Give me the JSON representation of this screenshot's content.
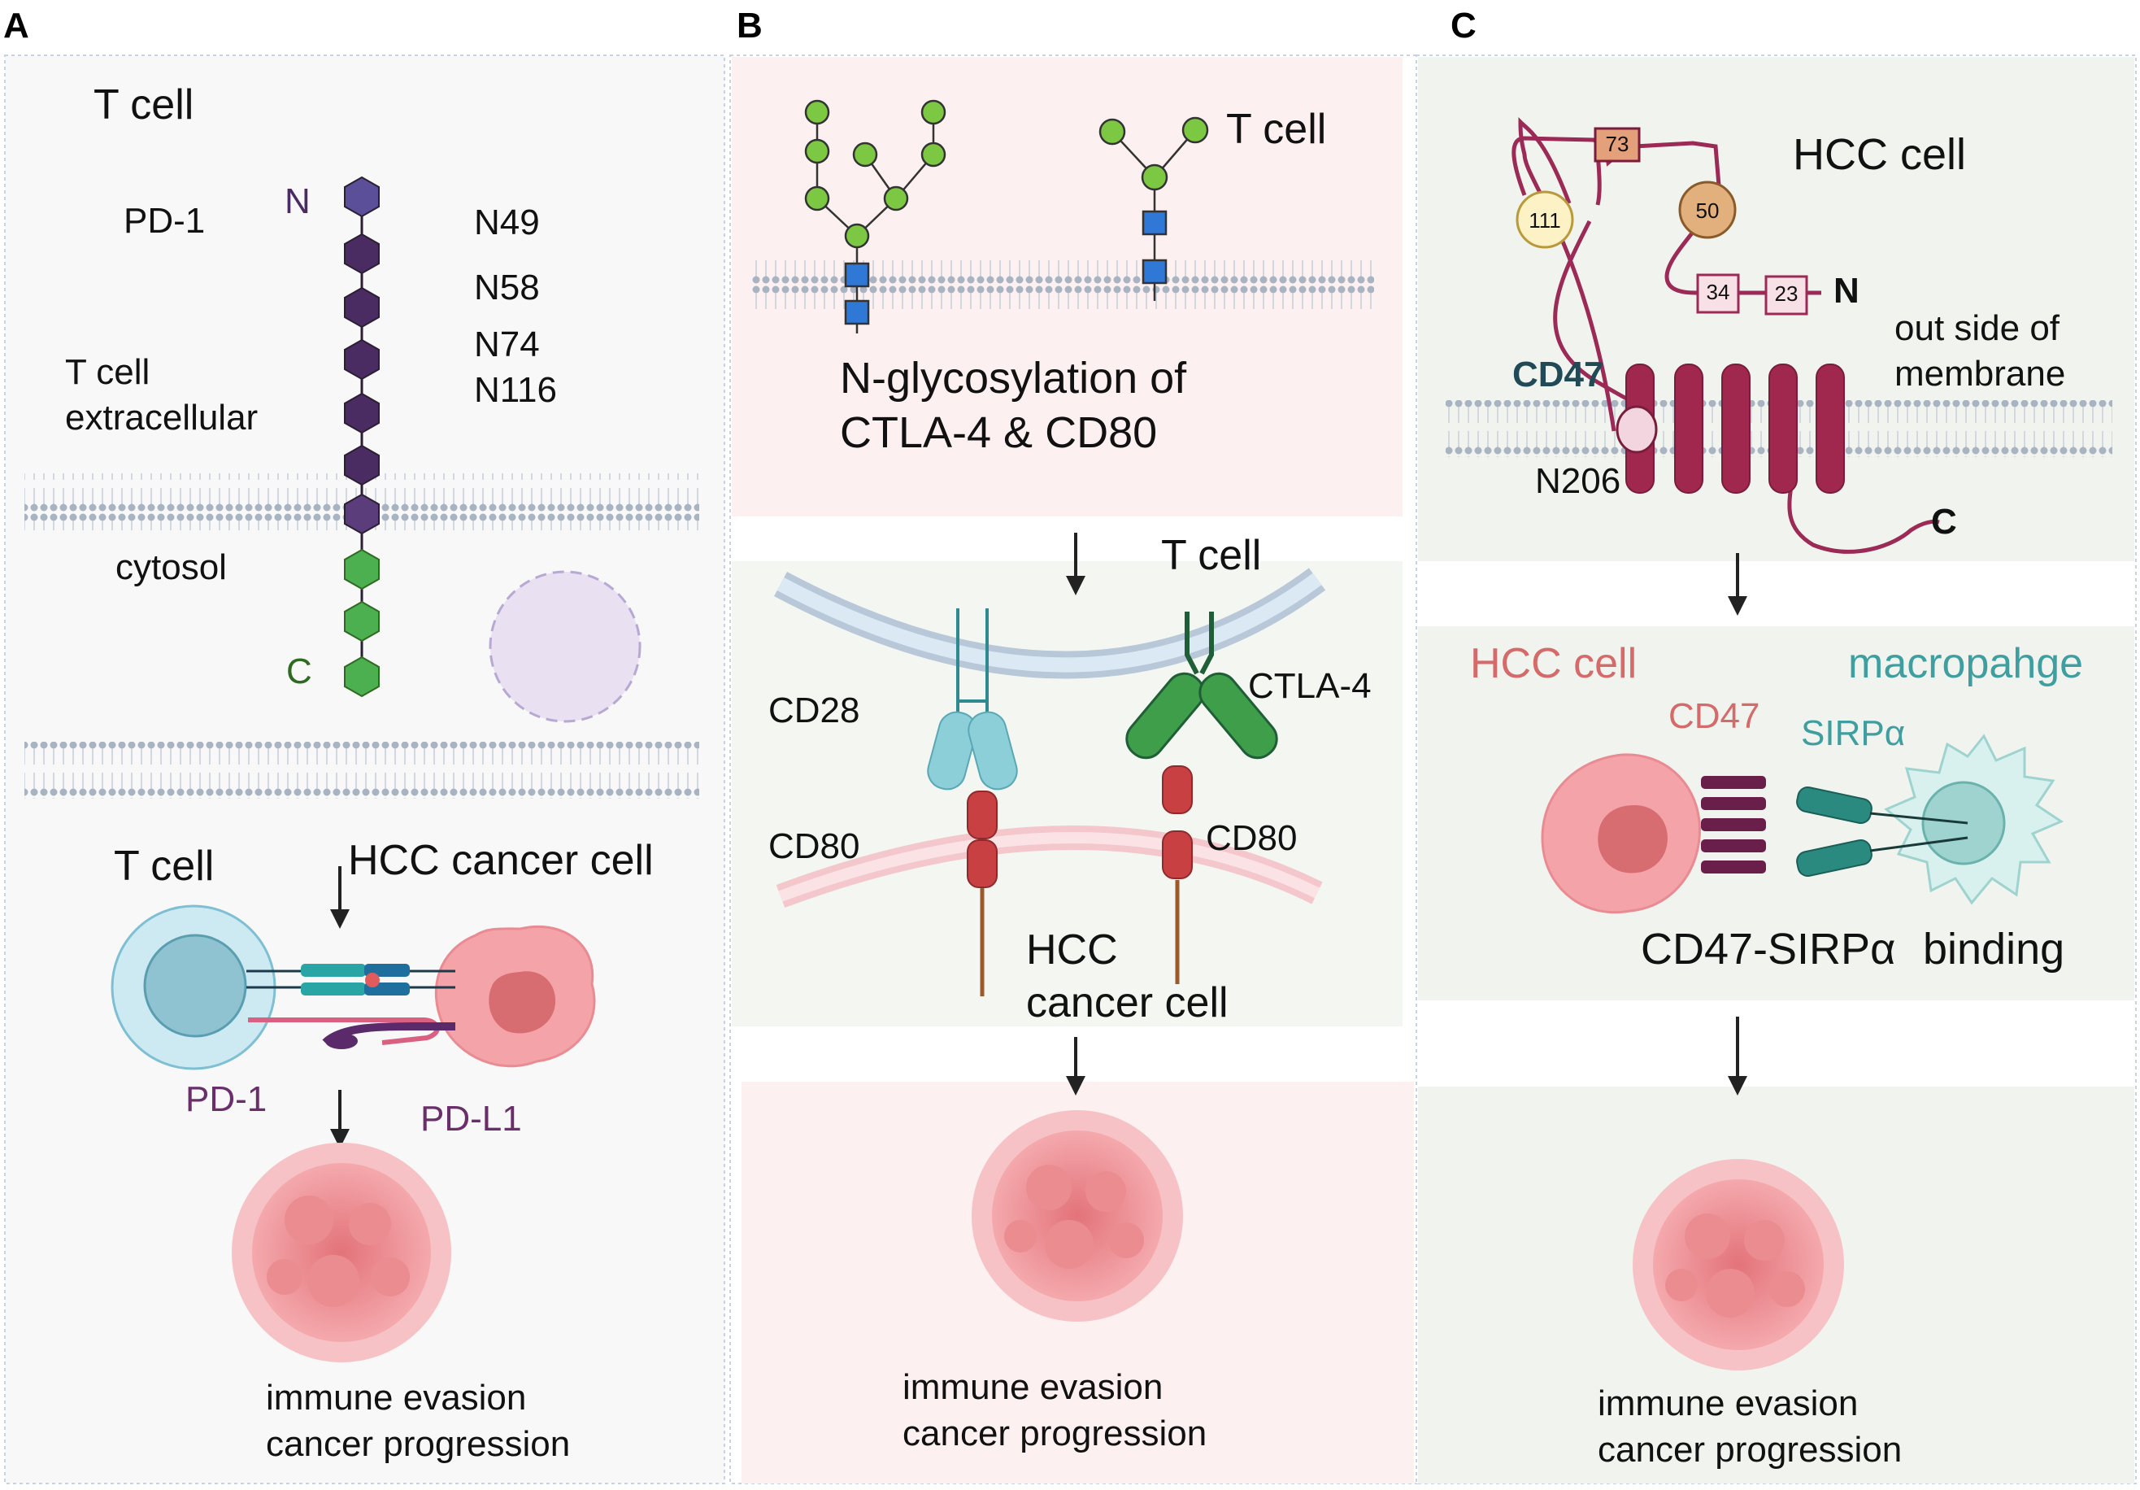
{
  "panels": {
    "a": {
      "letter": "A",
      "t_cell_title": "T cell",
      "pd1": "PD-1",
      "n_term": "N",
      "c_term": "C",
      "sites": [
        "N49",
        "N58",
        "N74",
        "N116"
      ],
      "extracellular_line1": "T cell",
      "extracellular_line2": "extracellular",
      "cytosol": "cytosol",
      "t_cell_label": "T cell",
      "hcc_cancer_cell": "HCC cancer cell",
      "pd1_bottom": "PD-1",
      "pdl1": "PD-L1",
      "outcome_line1": "immune evasion",
      "outcome_line2": "cancer progression"
    },
    "b": {
      "letter": "B",
      "t_cell_top": "T cell",
      "glyco_line1": "N-glycosylation of",
      "glyco_line2": "CTLA-4 & CD80",
      "t_cell_mid": "T cell",
      "cd28": "CD28",
      "ctla4": "CTLA-4",
      "cd80_left": "CD80",
      "cd80_right": "CD80",
      "hcc_line1": "HCC",
      "hcc_line2": "cancer cell",
      "outcome_line1": "immune evasion",
      "outcome_line2": "cancer progression"
    },
    "c": {
      "letter": "C",
      "hcc_cell": "HCC cell",
      "cd47": "CD47",
      "site_numbers": [
        "73",
        "111",
        "50",
        "34",
        "23"
      ],
      "n_term": "N",
      "c_term": "C",
      "outside_line1": "out side of",
      "outside_line2": "membrane",
      "n206": "N206",
      "hcc_cell_mid": "HCC cell",
      "macrophage": "macropahge",
      "cd47_small": "CD47",
      "sirpa": "SIRPα",
      "binding_left": "CD47-SIRPα",
      "binding_right": "binding",
      "outcome_line1": "immune evasion",
      "outcome_line2": "cancer progression"
    }
  },
  "colors": {
    "panel_a_bg": "#f7f8f7",
    "panel_b_pink": "#fcf0f0",
    "panel_b_green": "#f4f7f1",
    "panel_c_bg": "#f1f4ee",
    "glycan_green": "#7dc843",
    "glycan_blue": "#2f78d6",
    "pd1_purple": "#4a2c63",
    "pd1_green": "#4caf50",
    "cd47_crimson": "#9b2a56",
    "hcc_text": "#d46a6a",
    "macrophage_text": "#3f9fa0",
    "cd80_red": "#c94042",
    "ctla4_green": "#3f9e4a",
    "cd28_teal": "#8ccfd9"
  }
}
